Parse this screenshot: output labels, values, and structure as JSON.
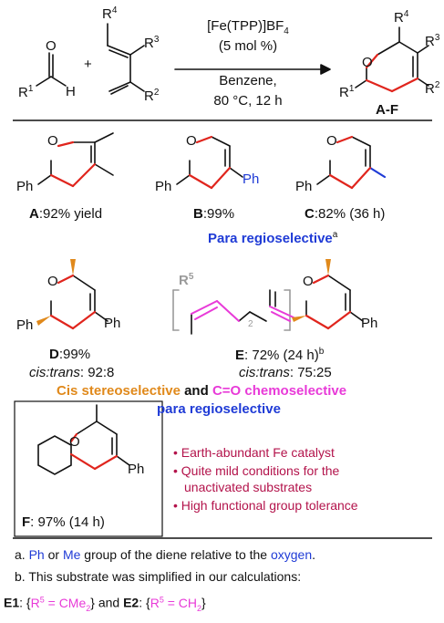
{
  "scheme": {
    "aldehyde_O": "O",
    "aldehyde_R": "R",
    "aldehyde_R_sup": "1",
    "aldehyde_H": "H",
    "plus": "+",
    "diene_R4": "R",
    "diene_R4_sup": "4",
    "diene_R3": "R",
    "diene_R3_sup": "3",
    "diene_R2": "R",
    "diene_R2_sup": "2",
    "catalyst": "[Fe(TPP)]BF",
    "catalyst_sub": "4",
    "loading": "(5 mol %)",
    "solvent": "Benzene,",
    "conditions": "80 °C, 12 h",
    "product_O": "O",
    "product_R4": "R",
    "product_R4_sup": "4",
    "product_R3": "R",
    "product_R3_sup": "3",
    "product_R2": "R",
    "product_R2_sup": "2",
    "product_R1": "R",
    "product_R1_sup": "1",
    "product_label": "A-F"
  },
  "products": {
    "A": {
      "O": "O",
      "ph": "Ph",
      "label": "A",
      "result": ":92% yield"
    },
    "B": {
      "O": "O",
      "ph_left": "Ph",
      "ph_right": "Ph",
      "label": "B",
      "result": ":99%"
    },
    "C": {
      "O": "O",
      "ph": "Ph",
      "label": "C",
      "result": ":82% (36 h)"
    },
    "para_note": "Para regioselective",
    "para_note_sup": "a",
    "D": {
      "O": "O",
      "ph_left": "Ph",
      "ph_right": "Ph",
      "label": "D",
      "result": ":99%",
      "ratio_label": "cis:trans",
      "ratio_value": ": 92:8"
    },
    "E": {
      "R": "R",
      "R_sup": "5",
      "sub_2": "2",
      "O": "O",
      "ph": "Ph",
      "label": "E",
      "result": ": 72% (24 h)",
      "result_sup": "b",
      "ratio_label": "cis:trans",
      "ratio_value": ": 75:25"
    },
    "selectivity_cis": "Cis stereoselective",
    "selectivity_and": " and ",
    "selectivity_co": "C=O chemoselective",
    "selectivity_para": "para regioselective",
    "F": {
      "O": "O",
      "ph": "Ph",
      "label": "F",
      "result": ": 97% (14 h)"
    }
  },
  "bullets": [
    "Earth-abundant Fe catalyst",
    "Quite mild conditions for the",
    "unactivated substrates",
    "High functional group tolerance"
  ],
  "footnotes": {
    "a_prefix": "a. ",
    "a_ph": "Ph",
    "a_or": " or ",
    "a_me": "Me",
    "a_mid": " group of the diene relative to the ",
    "a_oxygen": "oxygen",
    "a_end": ".",
    "b_text": "b. This substrate was simplified in our calculations:",
    "e1_label": "E1",
    "e1_open": ": {",
    "e1_r": "R",
    "e1_r_sup": "5",
    "e1_eq": " = CMe",
    "e1_sub": "2",
    "e1_close": "}",
    "and": " and ",
    "e2_label": "E2",
    "e2_open": ": {",
    "e2_r": "R",
    "e2_r_sup": "5",
    "e2_eq": " = CH",
    "e2_sub": "2",
    "e2_close": "}"
  }
}
